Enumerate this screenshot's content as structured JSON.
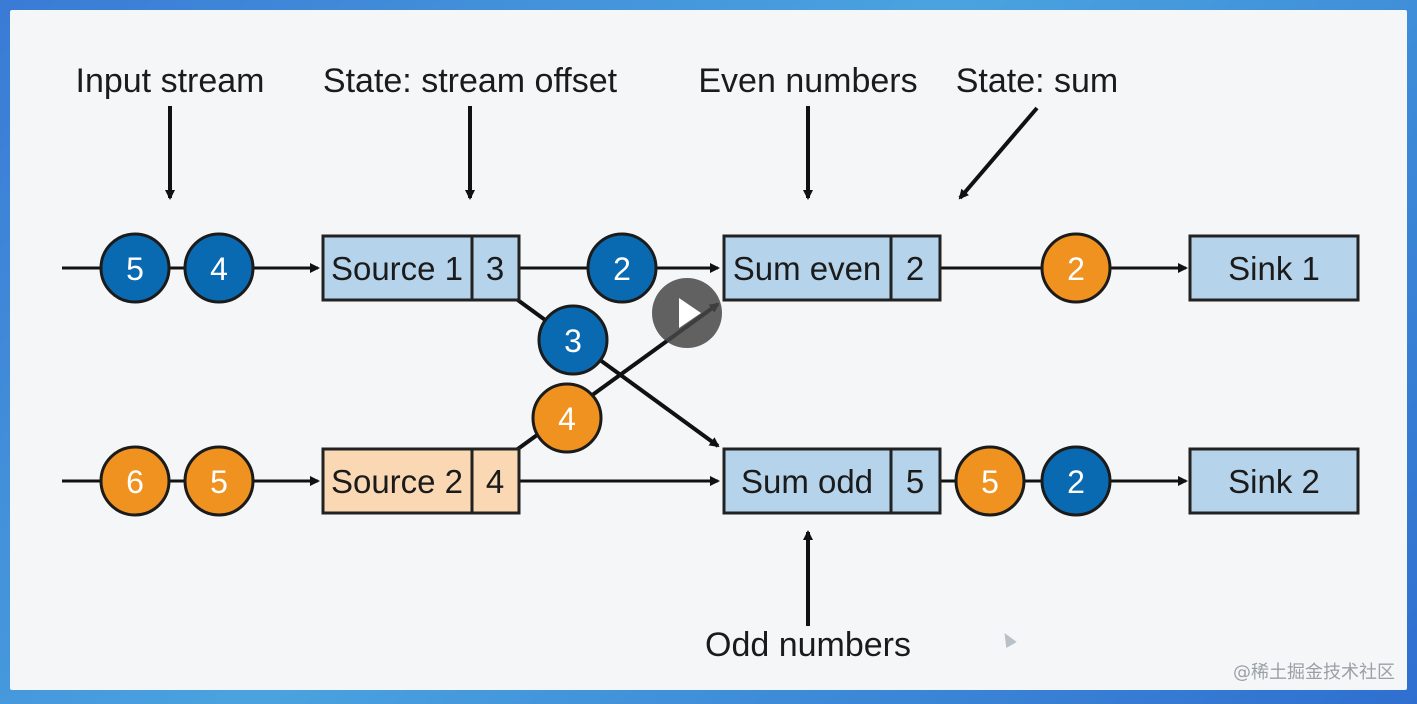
{
  "labels": {
    "input_stream": "Input stream",
    "state_offset": "State: stream offset",
    "even_numbers": "Even numbers",
    "state_sum": "State: sum",
    "odd_numbers": "Odd numbers"
  },
  "boxes": {
    "source1": {
      "name": "Source 1",
      "state": "3"
    },
    "source2": {
      "name": "Source 2",
      "state": "4"
    },
    "sum_even": {
      "name": "Sum even",
      "state": "2"
    },
    "sum_odd": {
      "name": "Sum odd",
      "state": "5"
    },
    "sink1": {
      "name": "Sink 1"
    },
    "sink2": {
      "name": "Sink 2"
    }
  },
  "records": {
    "in1_a": "5",
    "in1_b": "4",
    "in2_a": "6",
    "in2_b": "5",
    "s1_to_even": "2",
    "s1_to_odd": "3",
    "s2_to_even": "4",
    "even_out": "2",
    "odd_out_a": "5",
    "odd_out_b": "2"
  },
  "watermark": "@稀土掘金技术社区",
  "colors": {
    "blue_record": "#0a6ab1",
    "orange_record": "#ef9220",
    "blue_box": "#b5d3ea",
    "orange_box": "#f9d8b3",
    "frame": "#f5f6f7"
  }
}
